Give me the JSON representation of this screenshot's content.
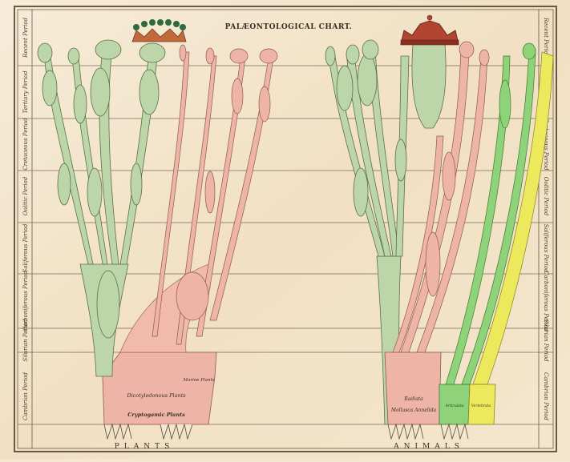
{
  "title": "PALÆONTOLOGICAL CHART.",
  "bottom_labels": {
    "left": "PLANTS",
    "right": "ANIMALS"
  },
  "periods_left": [
    "Recent Period",
    "Tertiary Period",
    "Cretaceous Period",
    "Oolitic Period",
    "Saliferous Period",
    "Carboniferous Period",
    "Silurian Period",
    "Cambrian Period"
  ],
  "plant_groups": {
    "upper": "Dicotyledonous Plants",
    "lower": "Cryptogamic Plants",
    "aquatic": "Marine Plants"
  },
  "animal_groups": {
    "upper": "Radiata",
    "lower": "Mollusca Annelida",
    "articulata": "Articulata",
    "vertebrata": "Vertebrata"
  },
  "colors": {
    "paper": "#f3e7cf",
    "green": "#b9d3a8",
    "pink": "#eeb3a8",
    "bright_green": "#8ed27a",
    "yellow": "#ecea5c",
    "ink": "#5b4a3a",
    "crown_red": "#b2452f",
    "crown_green": "#2f6a3e"
  },
  "icons": [
    "plant-crown-icon",
    "animal-crown-icon"
  ]
}
